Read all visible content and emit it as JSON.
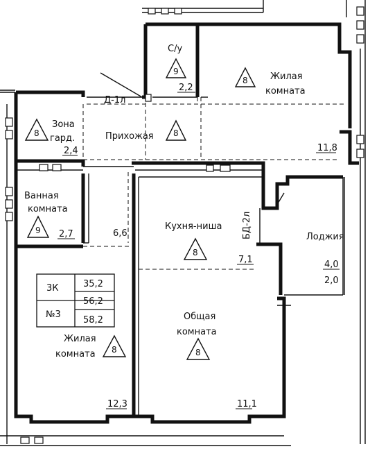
{
  "rooms": {
    "bathroom_small": {
      "label": "С/у",
      "class": "9",
      "area": "2,2"
    },
    "living_top": {
      "label_1": "Жилая",
      "label_2": "комната",
      "class": "8",
      "area": "11,8"
    },
    "door_label": "Д-1л",
    "wardrobe": {
      "label_1": "Зона",
      "label_2": "гард.",
      "class": "8",
      "area": "2,4"
    },
    "hallway": {
      "label": "Прихожая",
      "class": "8",
      "area": "6,6"
    },
    "bathroom": {
      "label_1": "Ванная",
      "label_2": "комната",
      "class": "9",
      "area": "2,7"
    },
    "kitchen": {
      "label": "Кухня-ниша",
      "class": "8",
      "area": "7,1"
    },
    "balcony_door_label": "БД-2л",
    "loggia": {
      "label": "Лоджия",
      "area_1": "4,0",
      "area_2": "2,0"
    },
    "common": {
      "label_1": "Общая",
      "label_2": "комната",
      "class": "8",
      "area": "11,1"
    },
    "living_bottom": {
      "label_1": "Жилая",
      "label_2": "комната",
      "class": "8",
      "area": "12,3"
    }
  },
  "apartment_table": {
    "type": "3К",
    "area_living": "35,2",
    "number": "№3",
    "area_total": "56,2",
    "area_total_loggia": "58,2"
  }
}
